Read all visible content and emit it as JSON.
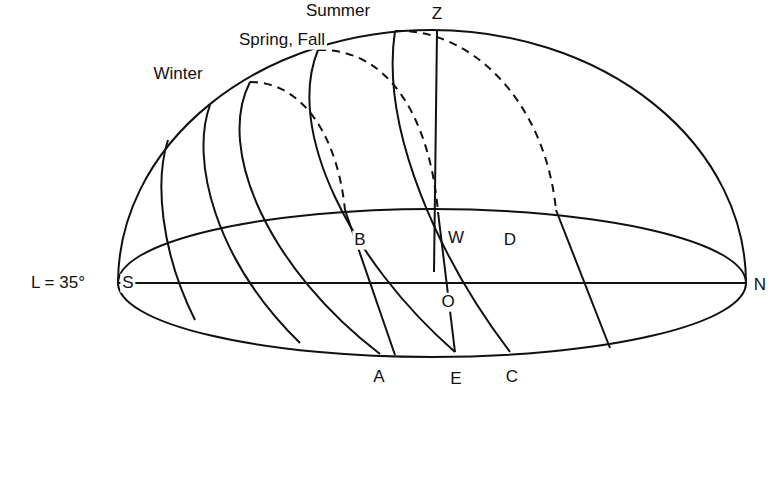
{
  "diagram": {
    "labels": [
      "Summer",
      "Spring, Fall",
      "Winter",
      "Z",
      "B",
      "W",
      "D",
      "L = 35°",
      "S",
      "O",
      "N",
      "A",
      "E",
      "C"
    ]
  }
}
